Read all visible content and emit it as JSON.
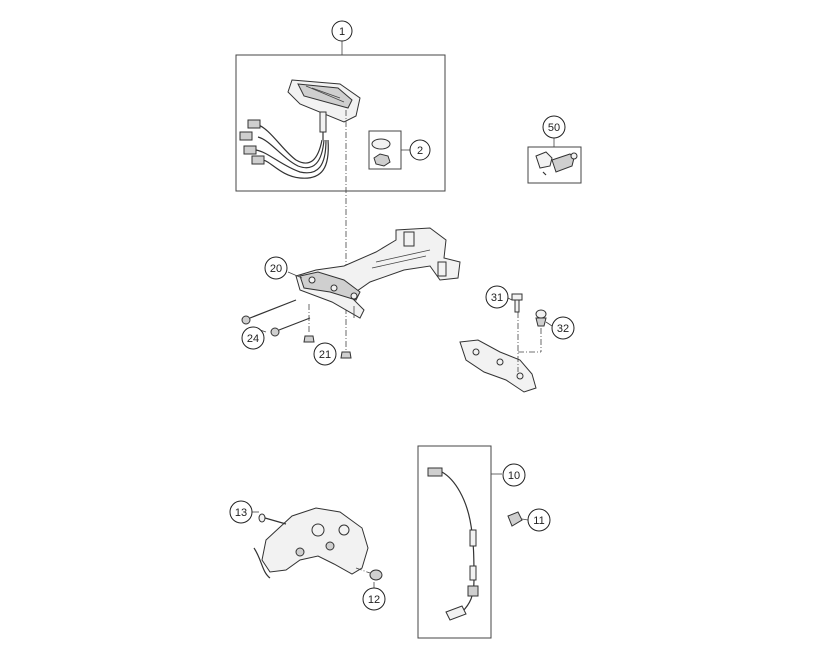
{
  "callouts": {
    "c1": "1",
    "c2": "2",
    "c50": "50",
    "c20": "20",
    "c31": "31",
    "c32": "32",
    "c24": "24",
    "c21": "21",
    "c10": "10",
    "c11": "11",
    "c13": "13",
    "c12": "12"
  }
}
